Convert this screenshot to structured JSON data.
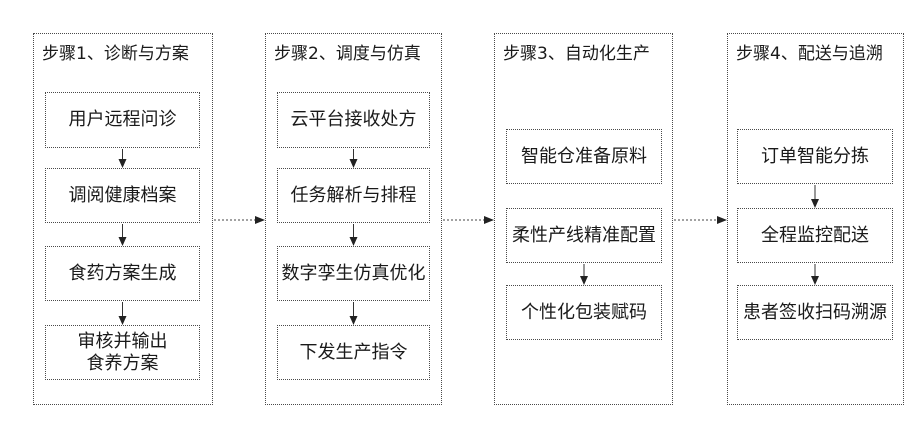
{
  "steps": [
    {
      "title": "步骤1、诊断与方案",
      "items": [
        "用户远程问诊",
        "调阅健康档案",
        "食药方案生成",
        "审核并输出\n食养方案"
      ]
    },
    {
      "title": "步骤2、调度与仿真",
      "items": [
        "云平台接收处方",
        "任务解析与排程",
        "数字孪生仿真优化",
        "下发生产指令"
      ]
    },
    {
      "title": "步骤3、自动化生产",
      "items": [
        "智能仓准备原料",
        "柔性产线精准配置",
        "个性化包装赋码"
      ]
    },
    {
      "title": "步骤4、配送与追溯",
      "items": [
        "订单智能分拣",
        "全程监控配送",
        "患者签收扫码溯源"
      ]
    }
  ]
}
